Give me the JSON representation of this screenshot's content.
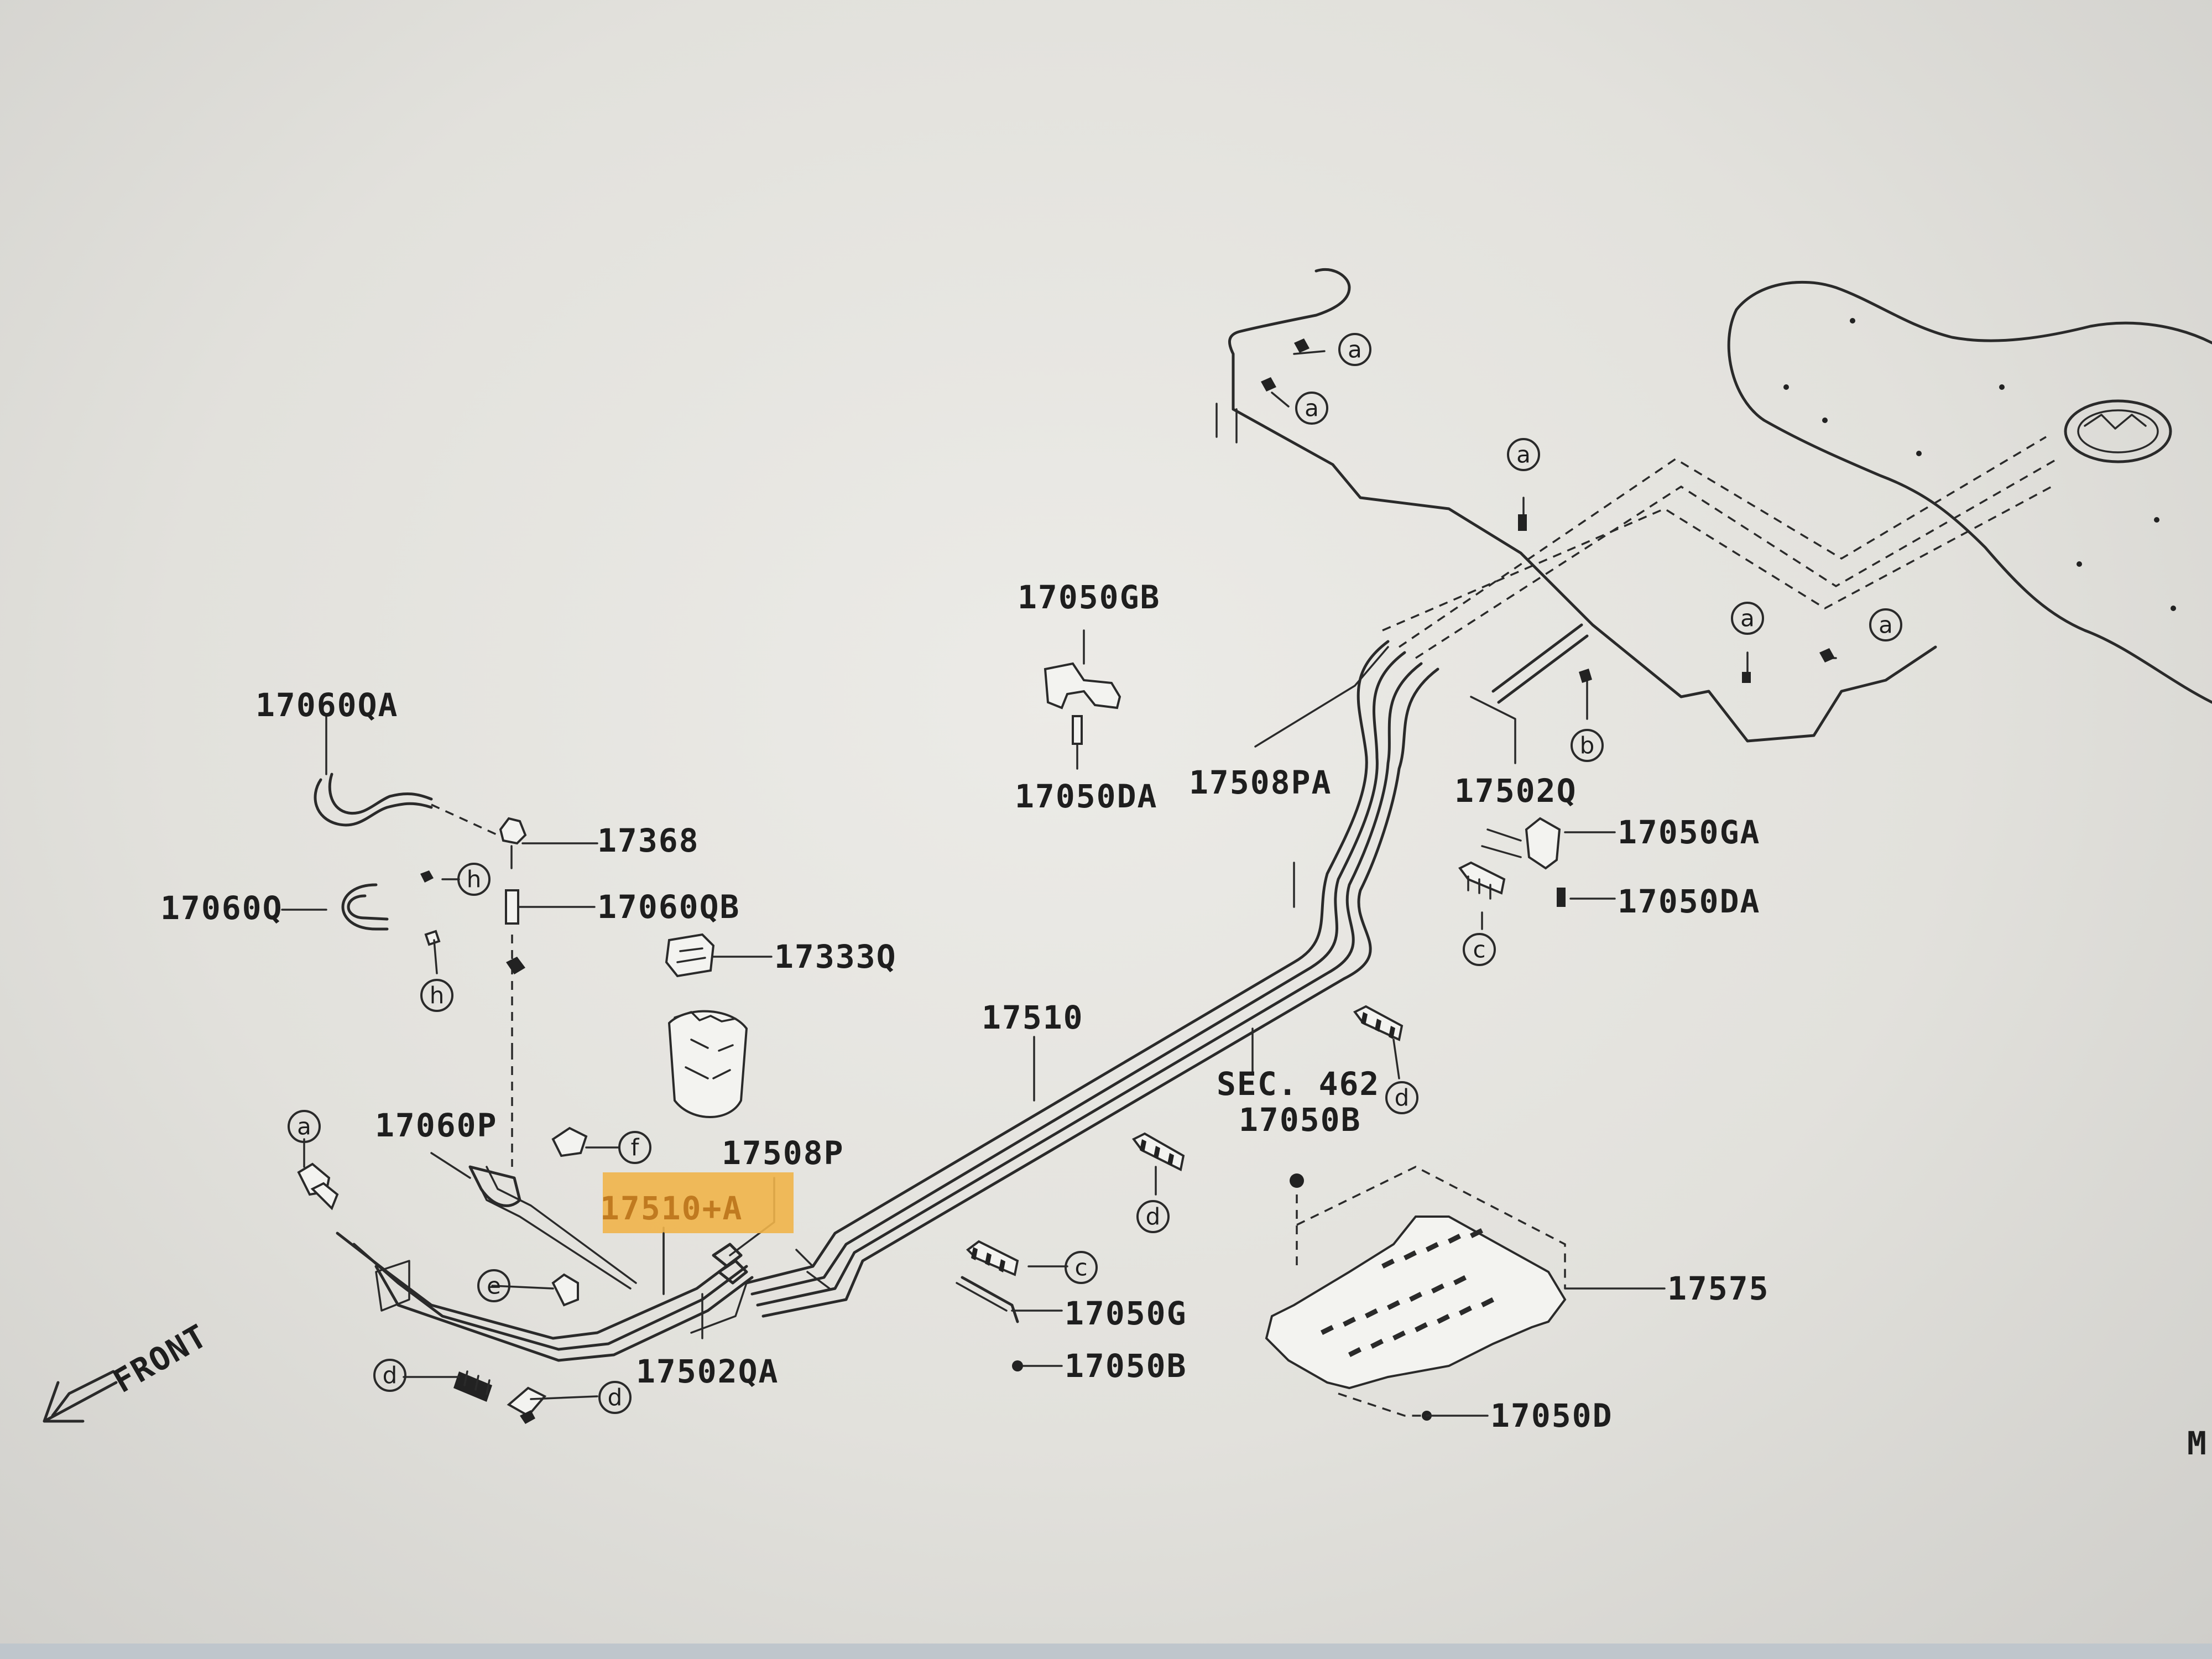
{
  "labels": {
    "p17060QA": "17060QA",
    "p17368": "17368",
    "p17060Q": "17060Q",
    "p17060QB": "17060QB",
    "p17333Q": "17333Q",
    "p17050GB": "17050GB",
    "p17050DA_top": "17050DA",
    "p17508PA": "17508PA",
    "p17502Q": "17502Q",
    "p17050GA": "17050GA",
    "p17050DA_right": "17050DA",
    "p17510": "17510",
    "sec462": "SEC. 462",
    "p17050B_upper": "17050B",
    "p17060P": "17060P",
    "p17508P": "17508P",
    "p17510A": "17510+A",
    "p17502QA": "17502QA",
    "p17050G": "17050G",
    "p17050B_lower": "17050B",
    "p17575": "17575",
    "p17050D": "17050D",
    "front": "FRONT",
    "edge_letter": "M"
  },
  "callouts": {
    "a1": "a",
    "a2": "a",
    "a3": "a",
    "a4": "a",
    "a5": "a",
    "a6": "a",
    "b1": "b",
    "c1": "c",
    "c2": "c",
    "d1": "d",
    "d2": "d",
    "d3": "d",
    "d4": "d",
    "e1": "e",
    "f1": "f",
    "h1": "h",
    "h2": "h"
  },
  "colors": {
    "highlight": "#f0b44a",
    "line": "#2a2a2a"
  }
}
